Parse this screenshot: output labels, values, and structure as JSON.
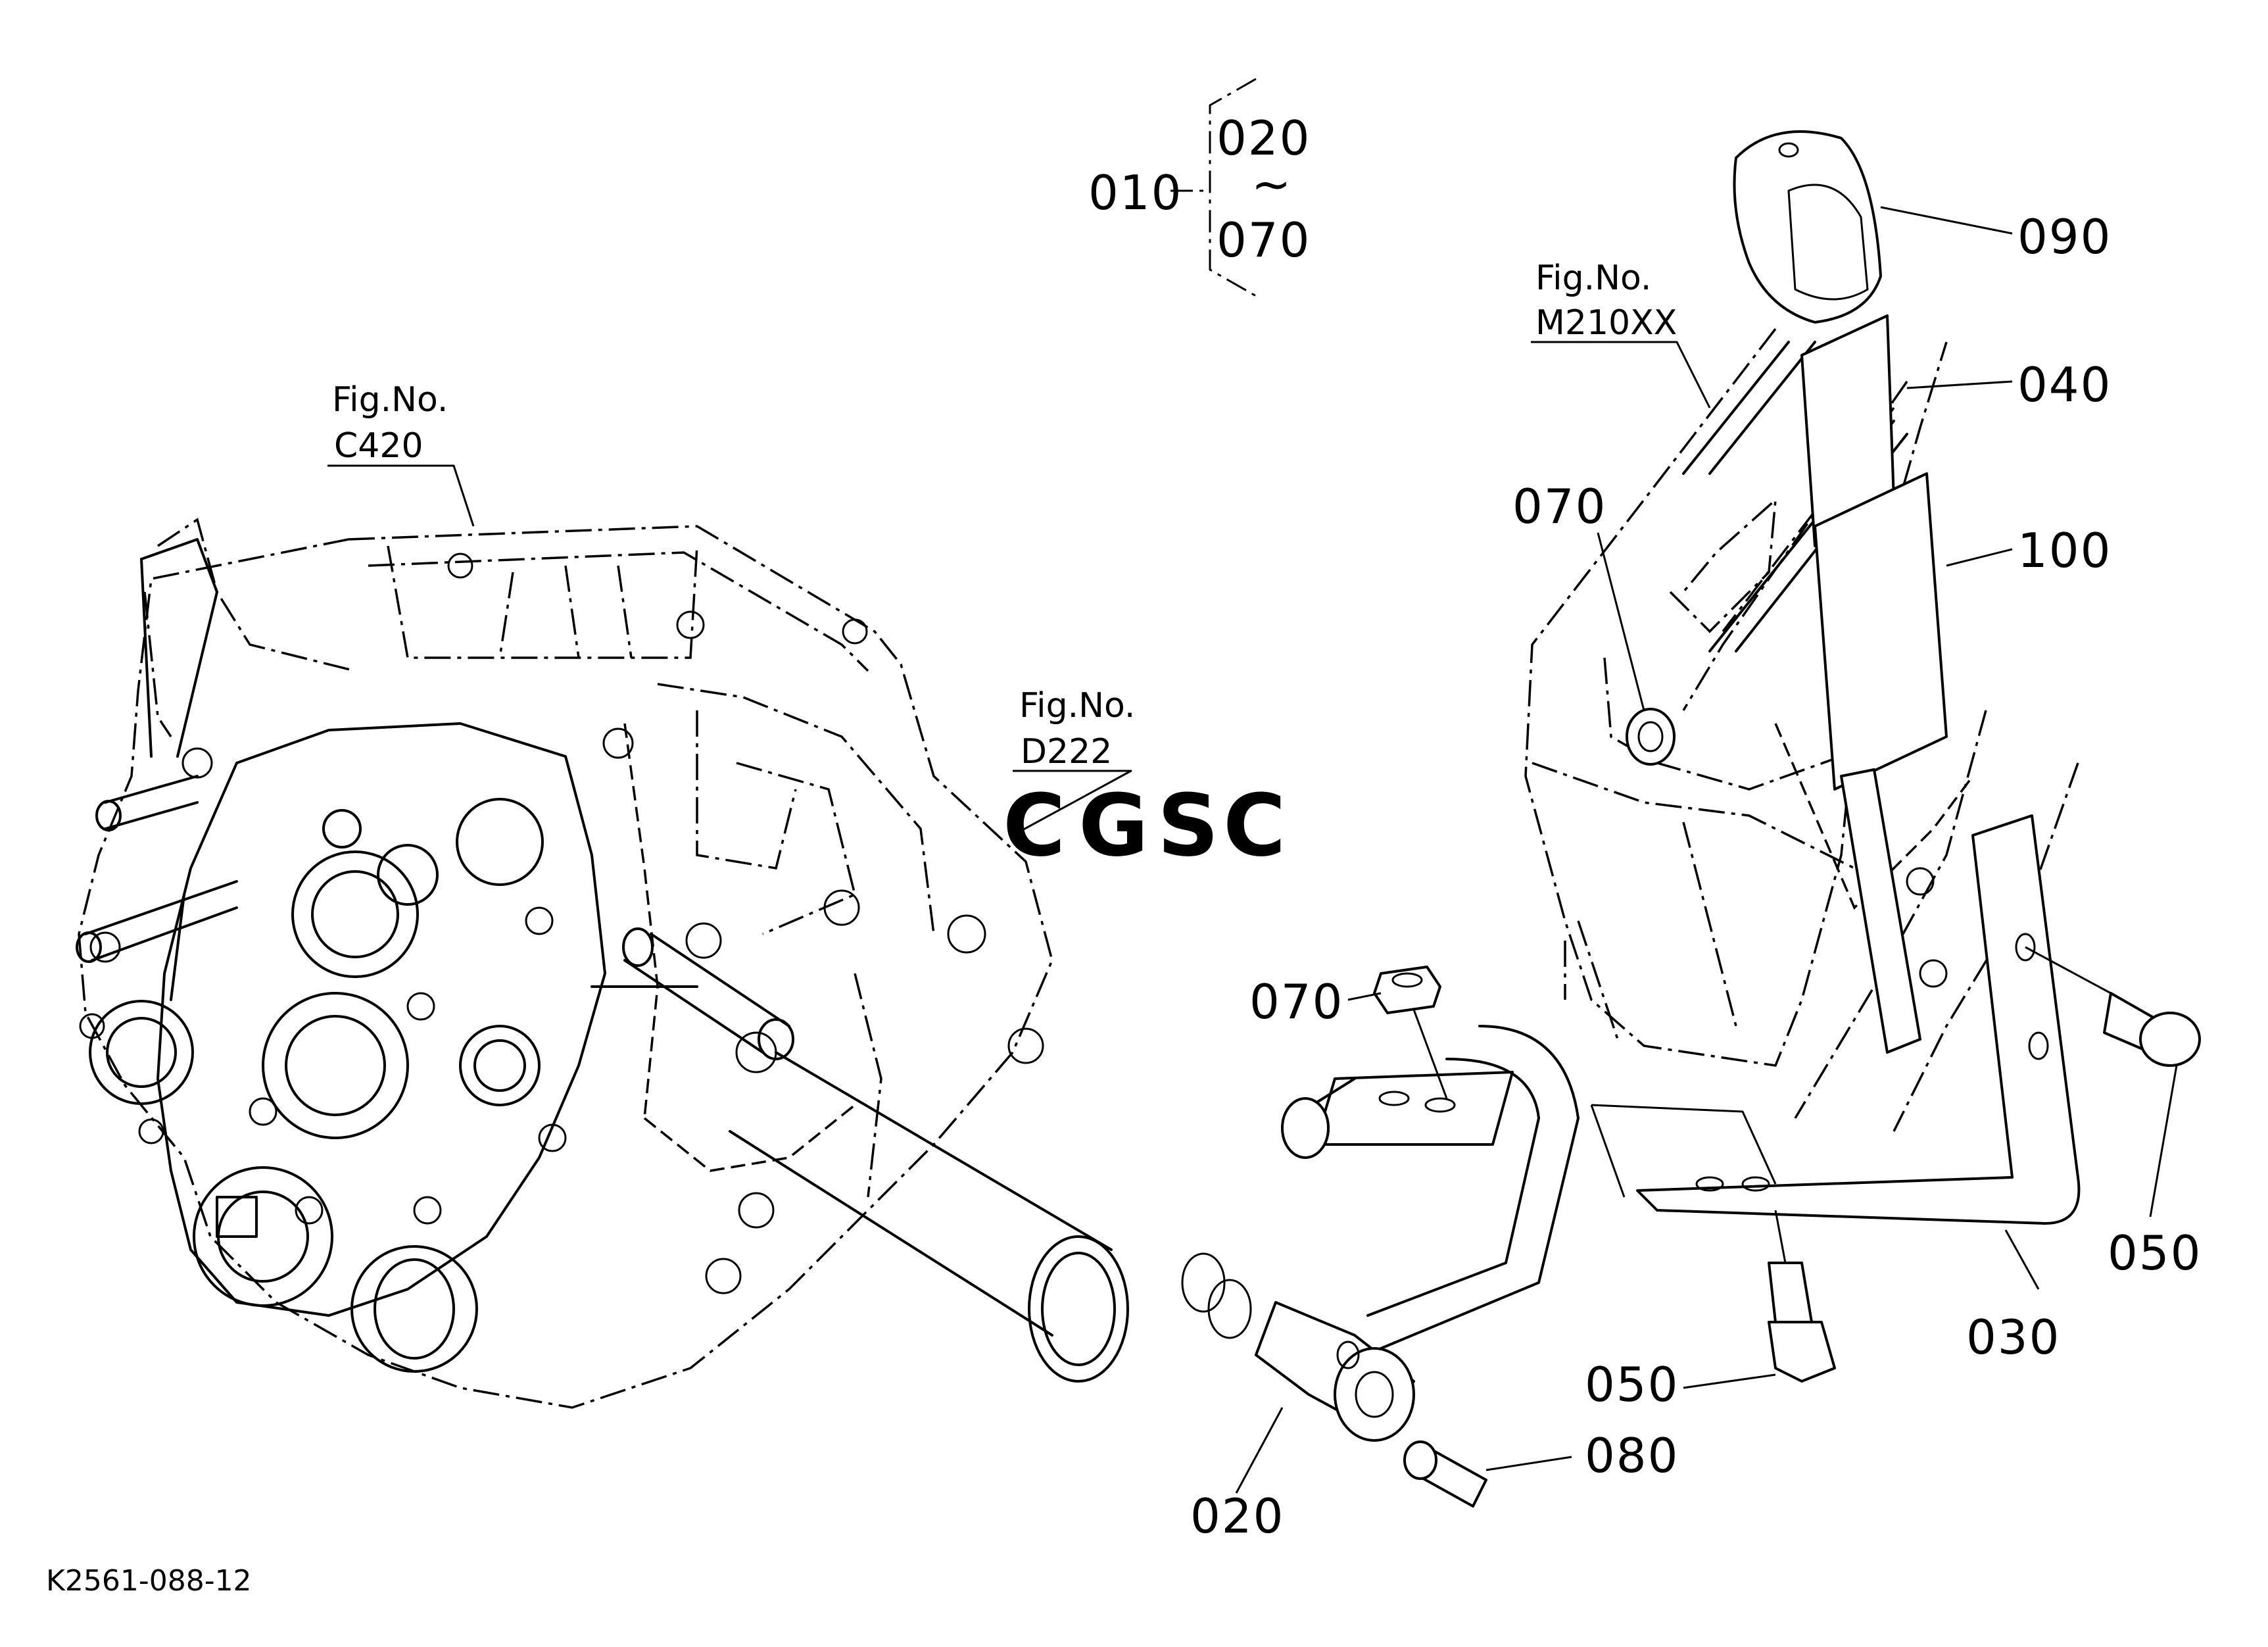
{
  "drawing_code": "K2561-088-12",
  "group": {
    "parent": "010",
    "from": "020",
    "tilde": "~",
    "to": "070"
  },
  "figure_refs": [
    {
      "label": "Fig.No.",
      "code": "C420"
    },
    {
      "label": "Fig.No.",
      "code": "D222"
    },
    {
      "label": "Fig.No.",
      "code": "M210XX"
    }
  ],
  "callouts": {
    "part_090": "090",
    "part_040": "040",
    "part_100": "100",
    "part_070_upper": "070",
    "part_070_lower": "070",
    "part_050_right": "050",
    "part_050_lower": "050",
    "part_030": "030",
    "part_080": "080",
    "part_020": "020"
  },
  "watermark": {
    "letters": [
      "C",
      "G",
      "S",
      "C"
    ],
    "colors": [
      "#7aa5f5",
      "#f28b82",
      "#f6c94e",
      "#7cc7a5"
    ]
  }
}
